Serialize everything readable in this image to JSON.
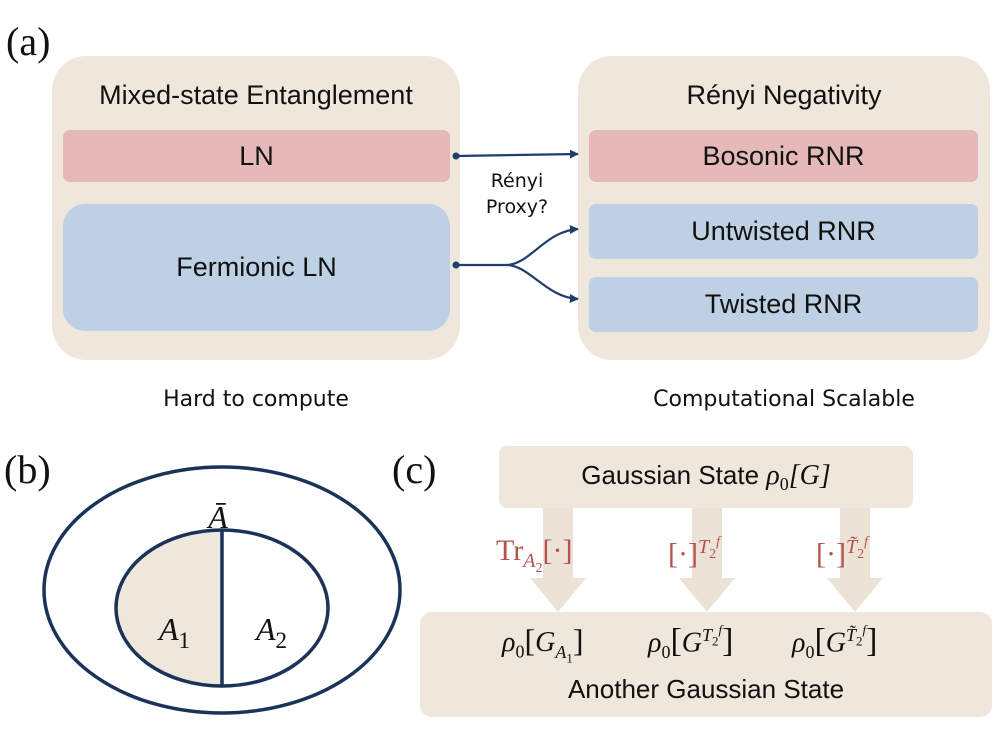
{
  "panel_a": {
    "label": "(a)",
    "left_box": {
      "title": "Mixed-state Entanglement",
      "items": [
        "LN",
        "Fermionic LN"
      ],
      "caption": "Hard to compute"
    },
    "right_box": {
      "title": "Rényi Negativity",
      "items": [
        "Bosonic RNR",
        "Untwisted RNR",
        "Twisted RNR"
      ],
      "caption": "Computational Scalable"
    },
    "arrow_label_line1": "Rényi",
    "arrow_label_line2": "Proxy?",
    "colors": {
      "box": "#efe6dc",
      "pink": "#e6b9b9",
      "blue": "#bed0e4",
      "arrow": "#1f3e6a"
    }
  },
  "panel_b": {
    "label": "(b)",
    "outer_region": "Ā",
    "left_region": "A",
    "left_sub": "1",
    "right_region": "A",
    "right_sub": "2"
  },
  "panel_c": {
    "label": "(c)",
    "top_text": "Gaussian State",
    "top_rho": "ρ",
    "top_rho_sub": "0",
    "top_arg": "[G]",
    "ops": {
      "op1_tr": "Tr",
      "op1_sub": "A",
      "op1_subsub": "2",
      "op1_arg": "[·]",
      "op2_arg": "[·]",
      "op2_sup": "T",
      "op2_supsub": "2",
      "op2_supsup": "f",
      "op3_arg": "[·]",
      "op3_sup": "T̃",
      "op3_supsub": "2",
      "op3_supsup": "f"
    },
    "bottom_terms": {
      "rho": "ρ",
      "rho_sub": "0",
      "g": "G",
      "a": "A",
      "a_sub": "1",
      "t": "T",
      "t_tilde": "T̃",
      "t_sub": "2",
      "t_sup": "f"
    },
    "bottom_text": "Another Gaussian State",
    "colors": {
      "box": "#efe6dc",
      "arrow": "#ece2d6",
      "op_text": "#b5524e"
    }
  }
}
